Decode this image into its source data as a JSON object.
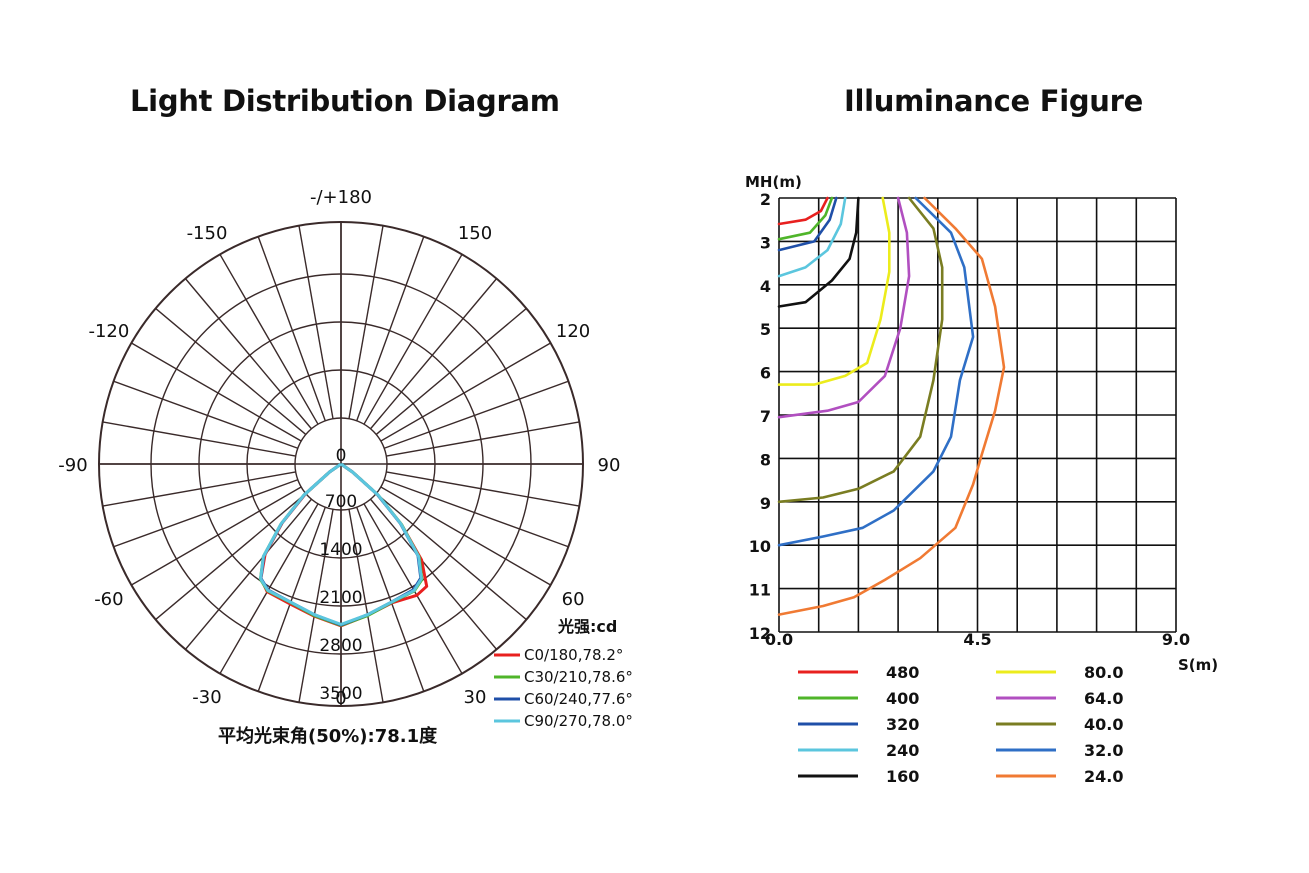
{
  "titles": {
    "left": "Light Distribution Diagram",
    "right": "Illuminance Figure"
  },
  "chart_data": [
    {
      "type": "polar",
      "angle_labels": [
        {
          "angle": 180,
          "text": "-/+180"
        },
        {
          "angle": 150,
          "text": "150"
        },
        {
          "angle": 120,
          "text": "120"
        },
        {
          "angle": 90,
          "text": "90"
        },
        {
          "angle": 60,
          "text": "60"
        },
        {
          "angle": 30,
          "text": "30"
        },
        {
          "angle": 0,
          "text": "0"
        },
        {
          "angle": -30,
          "text": "-30"
        },
        {
          "angle": -60,
          "text": "-60"
        },
        {
          "angle": -90,
          "text": "-90"
        },
        {
          "angle": -120,
          "text": "-120"
        },
        {
          "angle": -150,
          "text": "-150"
        }
      ],
      "radial_ticks": [
        "0",
        "700",
        "1400",
        "2100",
        "2800",
        "3500"
      ],
      "radial_max": 5250,
      "legend_title": "光强:cd",
      "series": [
        {
          "name": "C0/180,78.2°",
          "color": "#e8201f",
          "points": [
            [
              0,
              3510
            ],
            [
              10,
              3330
            ],
            [
              20,
              3210
            ],
            [
              30,
              3290
            ],
            [
              35,
              3240
            ],
            [
              40,
              2720
            ],
            [
              45,
              1850
            ],
            [
              50,
              1030
            ],
            [
              55,
              300
            ],
            [
              60,
              0
            ]
          ],
          "points_neg": [
            [
              0,
              3510
            ],
            [
              10,
              3350
            ],
            [
              20,
              3230
            ],
            [
              30,
              3200
            ],
            [
              35,
              3030
            ],
            [
              40,
              2560
            ],
            [
              45,
              1800
            ],
            [
              50,
              1000
            ],
            [
              55,
              300
            ],
            [
              60,
              0
            ]
          ]
        },
        {
          "name": "C30/210,78.6°",
          "color": "#4fb52a",
          "points": [
            [
              0,
              3500
            ],
            [
              10,
              3340
            ],
            [
              20,
              3200
            ],
            [
              30,
              3180
            ],
            [
              35,
              3060
            ],
            [
              40,
              2640
            ],
            [
              45,
              1860
            ],
            [
              50,
              1060
            ],
            [
              55,
              320
            ],
            [
              60,
              0
            ]
          ],
          "points_neg": [
            [
              0,
              3500
            ],
            [
              10,
              3340
            ],
            [
              20,
              3200
            ],
            [
              30,
              3180
            ],
            [
              35,
              3050
            ],
            [
              40,
              2620
            ],
            [
              45,
              1840
            ],
            [
              50,
              1050
            ],
            [
              55,
              310
            ],
            [
              60,
              0
            ]
          ]
        },
        {
          "name": "C60/240,77.6°",
          "color": "#1f4fa8",
          "points": [
            [
              0,
              3490
            ],
            [
              10,
              3320
            ],
            [
              20,
              3190
            ],
            [
              30,
              3150
            ],
            [
              35,
              3020
            ],
            [
              40,
              2600
            ],
            [
              45,
              1820
            ],
            [
              50,
              1030
            ],
            [
              55,
              300
            ],
            [
              60,
              0
            ]
          ],
          "points_neg": [
            [
              0,
              3490
            ],
            [
              10,
              3320
            ],
            [
              20,
              3190
            ],
            [
              30,
              3160
            ],
            [
              35,
              3030
            ],
            [
              40,
              2610
            ],
            [
              45,
              1830
            ],
            [
              50,
              1040
            ],
            [
              55,
              300
            ],
            [
              60,
              0
            ]
          ]
        },
        {
          "name": "C90/270,78.0°",
          "color": "#5bc6de",
          "points": [
            [
              0,
              3480
            ],
            [
              10,
              3320
            ],
            [
              20,
              3190
            ],
            [
              30,
              3170
            ],
            [
              35,
              3040
            ],
            [
              40,
              2620
            ],
            [
              45,
              1840
            ],
            [
              50,
              1050
            ],
            [
              55,
              310
            ],
            [
              60,
              0
            ]
          ],
          "points_neg": [
            [
              0,
              3480
            ],
            [
              10,
              3320
            ],
            [
              20,
              3190
            ],
            [
              30,
              3170
            ],
            [
              35,
              3040
            ],
            [
              40,
              2620
            ],
            [
              45,
              1840
            ],
            [
              50,
              1050
            ],
            [
              55,
              310
            ],
            [
              60,
              0
            ]
          ]
        }
      ],
      "footer": "平均光束角(50%):78.1度"
    },
    {
      "type": "line",
      "ylabel": "MH(m)",
      "xlabel": "S(m)",
      "x_ticks": [
        "0.0",
        "4.5",
        "9.0"
      ],
      "xlim": [
        0,
        9.0
      ],
      "y_ticks": [
        "2",
        "3",
        "4",
        "5",
        "6",
        "7",
        "8",
        "9",
        "10",
        "11",
        "12"
      ],
      "ylim": [
        2,
        12
      ],
      "grid": true,
      "series": [
        {
          "name": "480",
          "color": "#e8201f",
          "points": [
            [
              1.1,
              2
            ],
            [
              0.95,
              2.3
            ],
            [
              0.6,
              2.5
            ],
            [
              0,
              2.6
            ]
          ]
        },
        {
          "name": "400",
          "color": "#4fb52a",
          "points": [
            [
              1.2,
              2
            ],
            [
              1.05,
              2.4
            ],
            [
              0.7,
              2.8
            ],
            [
              0,
              2.95
            ]
          ]
        },
        {
          "name": "320",
          "color": "#1f4fa8",
          "points": [
            [
              1.3,
              2
            ],
            [
              1.15,
              2.5
            ],
            [
              0.8,
              3.0
            ],
            [
              0,
              3.2
            ]
          ]
        },
        {
          "name": "240",
          "color": "#5bc6de",
          "points": [
            [
              1.5,
              2
            ],
            [
              1.4,
              2.6
            ],
            [
              1.1,
              3.2
            ],
            [
              0.6,
              3.6
            ],
            [
              0,
              3.8
            ]
          ]
        },
        {
          "name": "160",
          "color": "#111111",
          "points": [
            [
              1.8,
              2
            ],
            [
              1.75,
              2.8
            ],
            [
              1.6,
              3.4
            ],
            [
              1.2,
              3.9
            ],
            [
              0.6,
              4.4
            ],
            [
              0,
              4.5
            ]
          ]
        },
        {
          "name": "80.0",
          "color": "#ecec1c",
          "points": [
            [
              2.35,
              2
            ],
            [
              2.5,
              2.8
            ],
            [
              2.5,
              3.7
            ],
            [
              2.3,
              4.8
            ],
            [
              2.0,
              5.8
            ],
            [
              1.5,
              6.1
            ],
            [
              0.8,
              6.3
            ],
            [
              0,
              6.3
            ]
          ]
        },
        {
          "name": "64.0",
          "color": "#b14fc0",
          "points": [
            [
              2.7,
              2
            ],
            [
              2.9,
              2.8
            ],
            [
              2.95,
              3.8
            ],
            [
              2.75,
              5.0
            ],
            [
              2.4,
              6.1
            ],
            [
              1.8,
              6.7
            ],
            [
              1.1,
              6.9
            ],
            [
              0,
              7.05
            ]
          ]
        },
        {
          "name": "40.0",
          "color": "#7a7d22",
          "points": [
            [
              2.95,
              2
            ],
            [
              3.5,
              2.7
            ],
            [
              3.7,
              3.6
            ],
            [
              3.7,
              4.8
            ],
            [
              3.5,
              6.2
            ],
            [
              3.2,
              7.5
            ],
            [
              2.6,
              8.3
            ],
            [
              1.8,
              8.7
            ],
            [
              1.0,
              8.9
            ],
            [
              0,
              9.0
            ]
          ]
        },
        {
          "name": "32.0",
          "color": "#2f6fc6",
          "points": [
            [
              3.1,
              2
            ],
            [
              3.9,
              2.8
            ],
            [
              4.2,
              3.6
            ],
            [
              4.4,
              5.2
            ],
            [
              4.1,
              6.2
            ],
            [
              3.9,
              7.5
            ],
            [
              3.5,
              8.3
            ],
            [
              2.6,
              9.2
            ],
            [
              1.9,
              9.6
            ],
            [
              1.0,
              9.8
            ],
            [
              0,
              10.0
            ]
          ]
        },
        {
          "name": "24.0",
          "color": "#f07a33",
          "points": [
            [
              3.3,
              2
            ],
            [
              4.0,
              2.7
            ],
            [
              4.6,
              3.4
            ],
            [
              4.9,
              4.5
            ],
            [
              5.1,
              5.9
            ],
            [
              4.9,
              6.9
            ],
            [
              4.6,
              7.9
            ],
            [
              4.4,
              8.6
            ],
            [
              4.0,
              9.6
            ],
            [
              3.2,
              10.3
            ],
            [
              2.4,
              10.8
            ],
            [
              1.7,
              11.2
            ],
            [
              1.0,
              11.4
            ],
            [
              0,
              11.6
            ]
          ]
        }
      ]
    }
  ]
}
